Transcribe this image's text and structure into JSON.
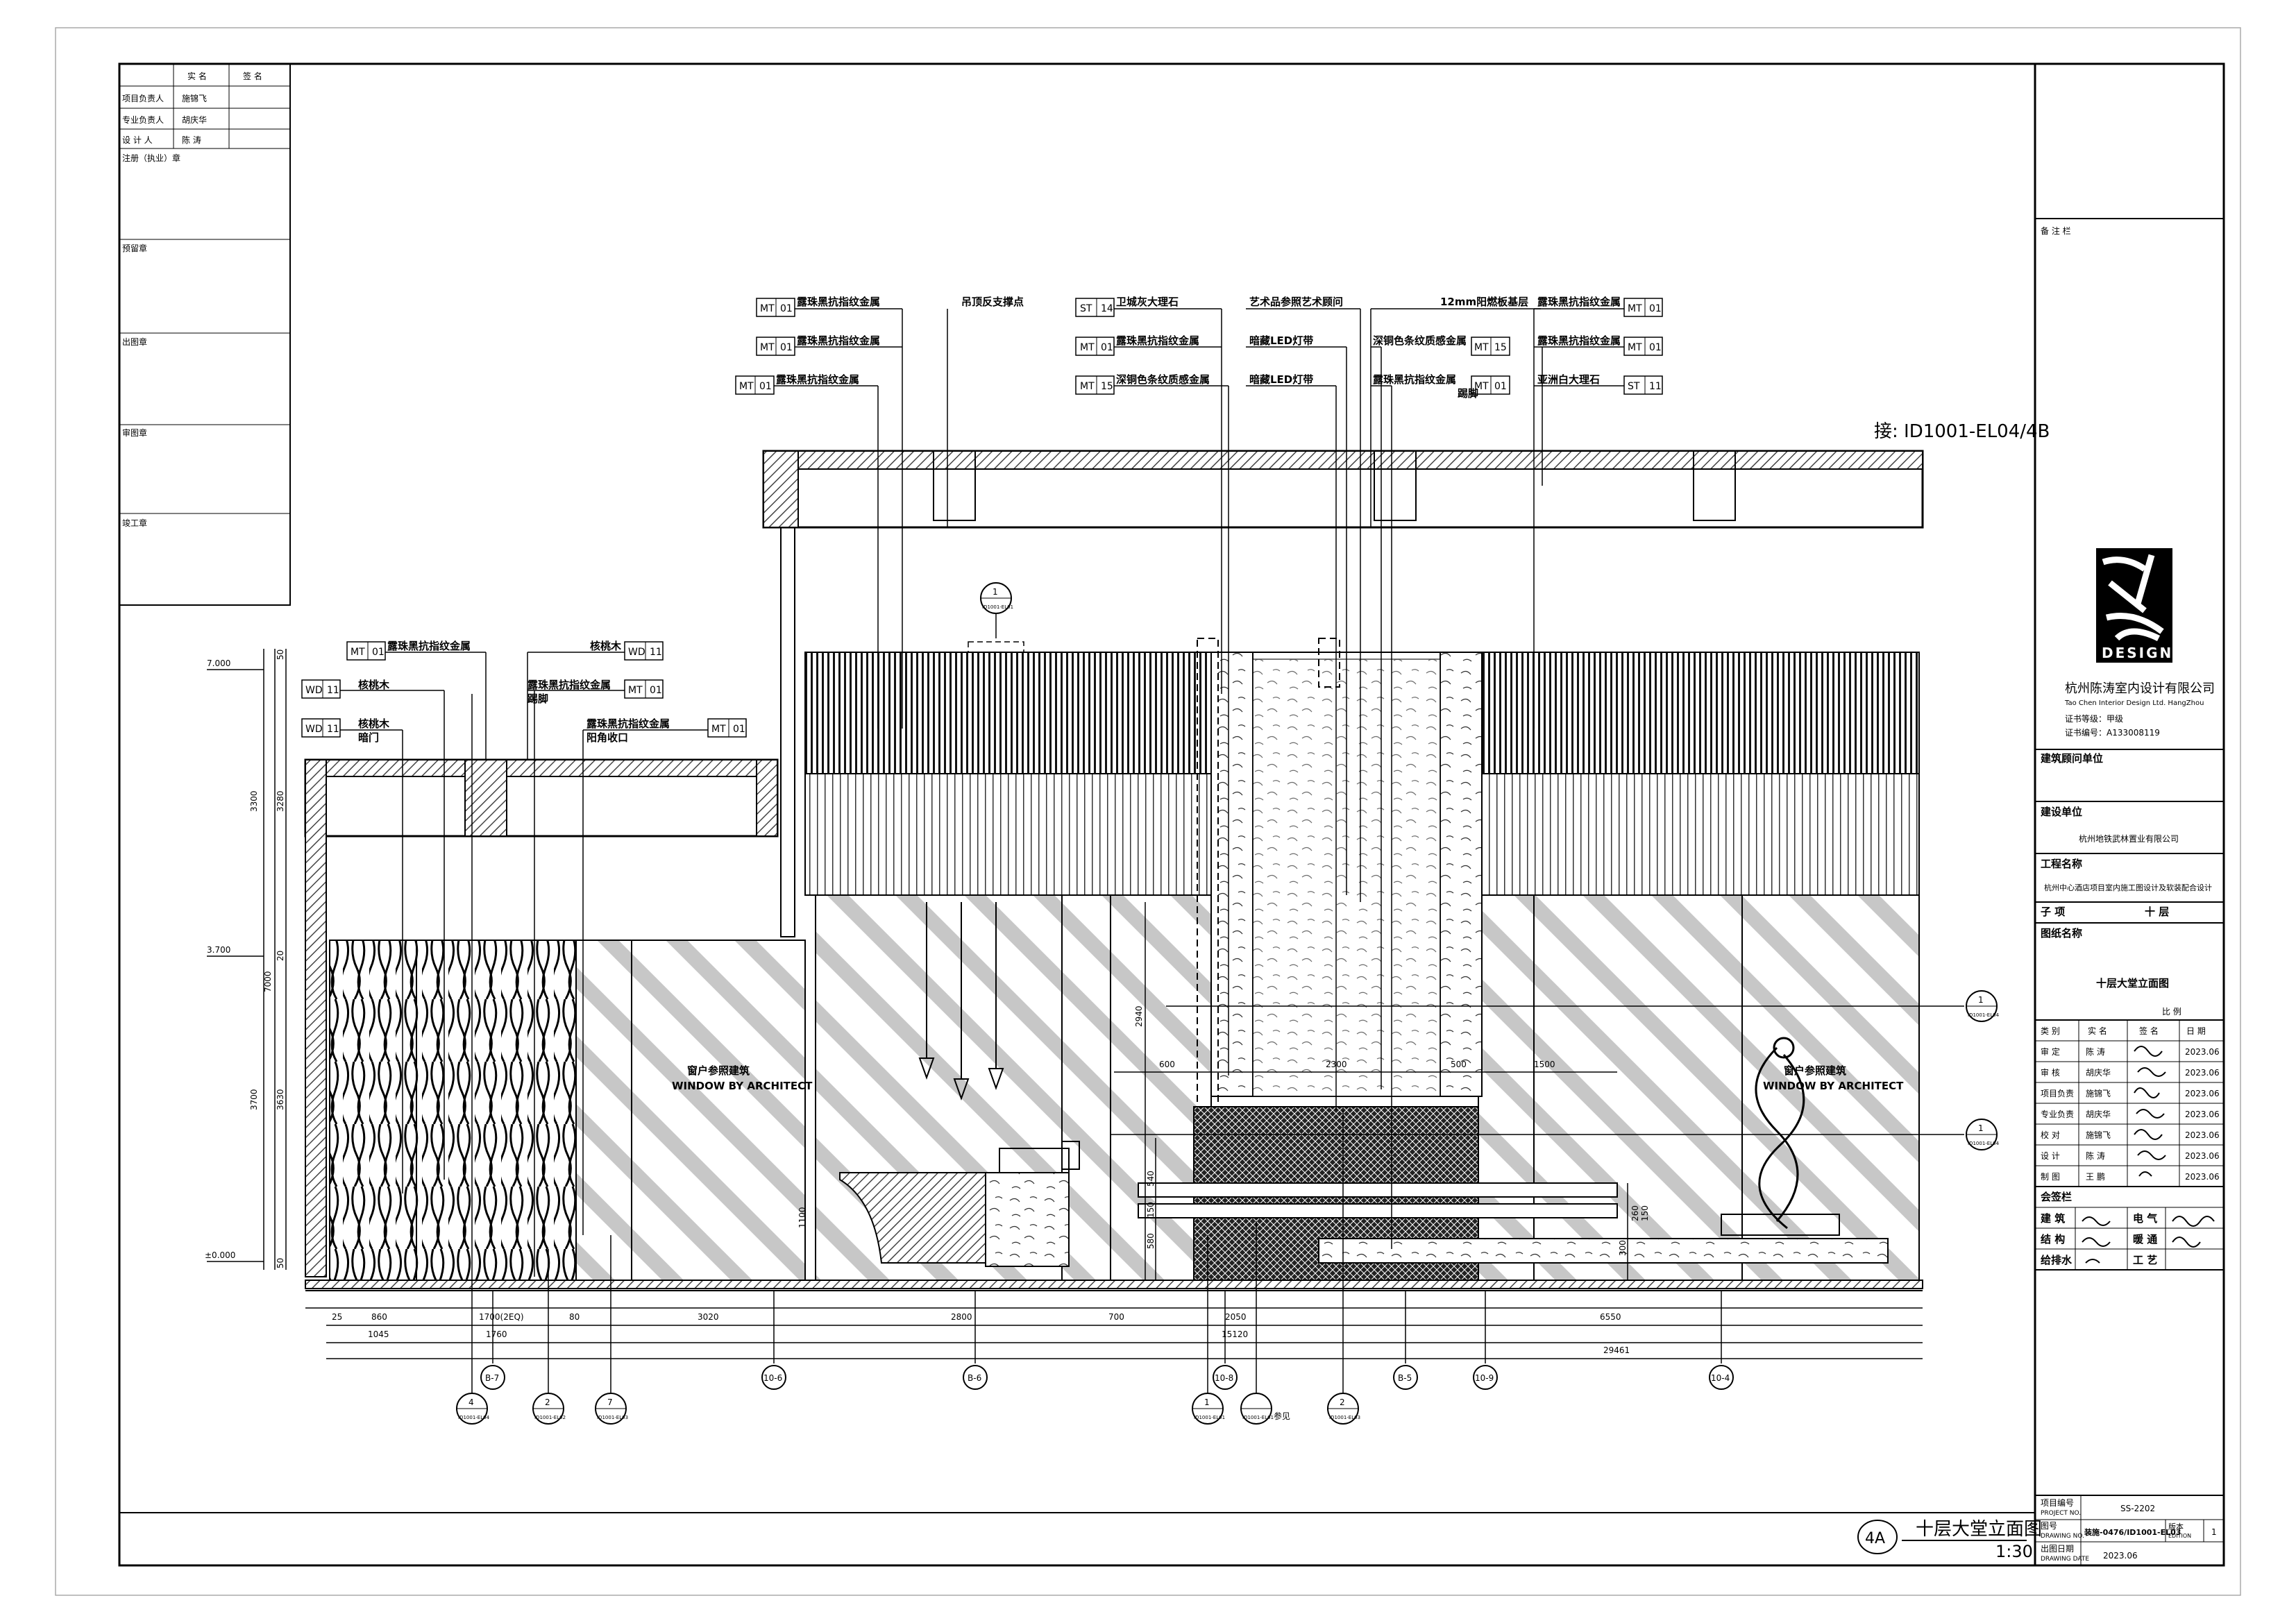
{
  "left_sign_table": {
    "header": [
      "实 名",
      "签 名"
    ],
    "rows": [
      {
        "role": "项目负责人",
        "name": "施锦飞"
      },
      {
        "role": "专业负责人",
        "name": "胡庆华"
      },
      {
        "role": "设 计 人",
        "name": "陈 涛"
      }
    ],
    "stamps": [
      "注册（执业）章",
      "预留章",
      "出图章",
      "审图章",
      "竣工章"
    ]
  },
  "callouts": {
    "top_left": [
      {
        "code": "MT",
        "num": "01",
        "text": "露珠黑抗指纹金属"
      },
      {
        "code": "MT",
        "num": "01",
        "text": "露珠黑抗指纹金属"
      },
      {
        "code": "MT",
        "num": "01",
        "text": "露珠黑抗指纹金属"
      }
    ],
    "top_mid": "吊顶反支撑点",
    "top_center": [
      {
        "code": "ST",
        "num": "14",
        "text": "卫城灰大理石"
      },
      {
        "code": "MT",
        "num": "01",
        "text": "露珠黑抗指纹金属"
      },
      {
        "code": "MT",
        "num": "15",
        "text": "深铜色条纹质感金属"
      }
    ],
    "art": [
      "艺术品参照艺术顾问",
      "暗藏LED灯带",
      "暗藏LED灯带"
    ],
    "center_right": [
      {
        "code": "",
        "num": "",
        "text": "12mm阳燃板基层"
      },
      {
        "code": "MT",
        "num": "15",
        "text": "深铜色条纹质感金属"
      },
      {
        "code": "MT",
        "num": "01",
        "text": "露珠黑抗指纹金属"
      }
    ],
    "center_right_extra": "踢脚",
    "top_right": [
      {
        "code": "MT",
        "num": "01",
        "text": "露珠黑抗指纹金属"
      },
      {
        "code": "MT",
        "num": "01",
        "text": "露珠黑抗指纹金属"
      },
      {
        "code": "ST",
        "num": "11",
        "text": "亚洲白大理石"
      }
    ],
    "left": [
      {
        "code": "MT",
        "num": "01",
        "text": "露珠黑抗指纹金属"
      },
      {
        "code": "WD",
        "num": "11",
        "text": "核桃木"
      },
      {
        "code": "WD",
        "num": "11",
        "text": "核桃木"
      }
    ],
    "left_extra": "暗门",
    "left_mid": [
      {
        "code": "WD",
        "num": "11",
        "text": "核桃木"
      },
      {
        "code": "MT",
        "num": "01",
        "text": "露珠黑抗指纹金属"
      },
      {
        "code": "MT",
        "num": "01",
        "text": "露珠黑抗指纹金属"
      }
    ],
    "left_mid_extra": [
      "踢脚",
      "阳角收口"
    ]
  },
  "reference": "接: ID1001-EL04/4B",
  "window_note": [
    "窗户参照建筑",
    "WINDOW BY ARCHITECT"
  ],
  "levels": [
    "7.000",
    "3.700",
    "±0.000"
  ],
  "vertical_dims": {
    "left": [
      "3300",
      "3700"
    ],
    "left_inner": [
      "3280",
      "3630"
    ],
    "overall": "7000",
    "center": [
      "2940",
      "1100"
    ],
    "small": [
      "50",
      "50",
      "20"
    ],
    "table": [
      "540",
      "150",
      "580"
    ],
    "right": [
      "300",
      "260",
      "150"
    ]
  },
  "top_dims": [
    "600",
    "2300",
    "500",
    "1500"
  ],
  "bottom_dims": {
    "row1": [
      "25",
      "860",
      "1700(2EQ)",
      "80",
      "3020",
      "2800",
      "700",
      "2050",
      "6550"
    ],
    "row2": [
      "1045",
      "1760",
      "15120"
    ],
    "row3": [
      "29461"
    ]
  },
  "grids": [
    "B-7",
    "10-6",
    "B-6",
    "10-8",
    "B-5",
    "10-9",
    "10-4"
  ],
  "section_marks": [
    {
      "num": "4",
      "sheet": "ID1001-EL04"
    },
    {
      "num": "2",
      "sheet": "ID1001-EL02"
    },
    {
      "num": "7",
      "sheet": "ID1001-EL03"
    },
    {
      "num": "1",
      "sheet": "ID1001-EL01"
    },
    {
      "num": "",
      "sheet": "ID1001-EL01"
    },
    {
      "num": "2",
      "sheet": "ID1001-EL03"
    }
  ],
  "section_note": "参见",
  "top_mark": {
    "num": "1",
    "sheet": "ID1001-EL01"
  },
  "side_marks": [
    {
      "num": "1",
      "sheet": "ID1001-EL04"
    },
    {
      "num": "1",
      "sheet": "ID1001-EL04"
    }
  ],
  "drawing_title": {
    "id": "4A",
    "name": "十层大堂立面图",
    "scale": "1:30"
  },
  "title_block": {
    "remarks": "备 注 栏",
    "logo": "DESIGN",
    "company_cn": "杭州陈涛室内设计有限公司",
    "company_en": "Tao Chen Interior Design Ltd. HangZhou",
    "cert_grade": "证书等级：甲级",
    "cert_no": "证书编号：A133008119",
    "consultant_label": "建筑顾问单位",
    "client_label": "建设单位",
    "client": "杭州地铁武林置业有限公司",
    "project_label": "工程名称",
    "project": "杭州中心酒店项目室内施工图设计及软装配合设计",
    "sub_label": "子 项",
    "sub": "十 层",
    "drawing_label": "图纸名称",
    "drawing": "十层大堂立面图",
    "scale_label": "比 例",
    "approval_header": [
      "类 别",
      "实 名",
      "签 名",
      "日 期"
    ],
    "approvals": [
      {
        "role": "审 定",
        "name": "陈 涛",
        "date": "2023.06"
      },
      {
        "role": "审 核",
        "name": "胡庆华",
        "date": "2023.06"
      },
      {
        "role": "项目负责",
        "name": "施锦飞",
        "date": "2023.06"
      },
      {
        "role": "专业负责",
        "name": "胡庆华",
        "date": "2023.06"
      },
      {
        "role": "校 对",
        "name": "施锦飞",
        "date": "2023.06"
      },
      {
        "role": "设 计",
        "name": "陈 涛",
        "date": "2023.06"
      },
      {
        "role": "制 图",
        "name": "王 鹏",
        "date": "2023.06"
      }
    ],
    "cosign_label": "会签栏",
    "cosign": [
      [
        "建 筑",
        "电 气"
      ],
      [
        "结 构",
        "暖 通"
      ],
      [
        "给排水",
        "工 艺"
      ]
    ],
    "project_no_label": "项目编号",
    "project_no_en": "PROJECT NO.",
    "project_no": "SS-2202",
    "drawing_no_label": "图号",
    "drawing_no_en": "DRAWING NO.",
    "drawing_no": "装施-0476/ID1001-EL03",
    "edition_label": "版本",
    "edition_en": "EDITION",
    "edition": "1",
    "date_label": "出图日期",
    "date_en": "DRAWING DATE",
    "date": "2023.06"
  }
}
